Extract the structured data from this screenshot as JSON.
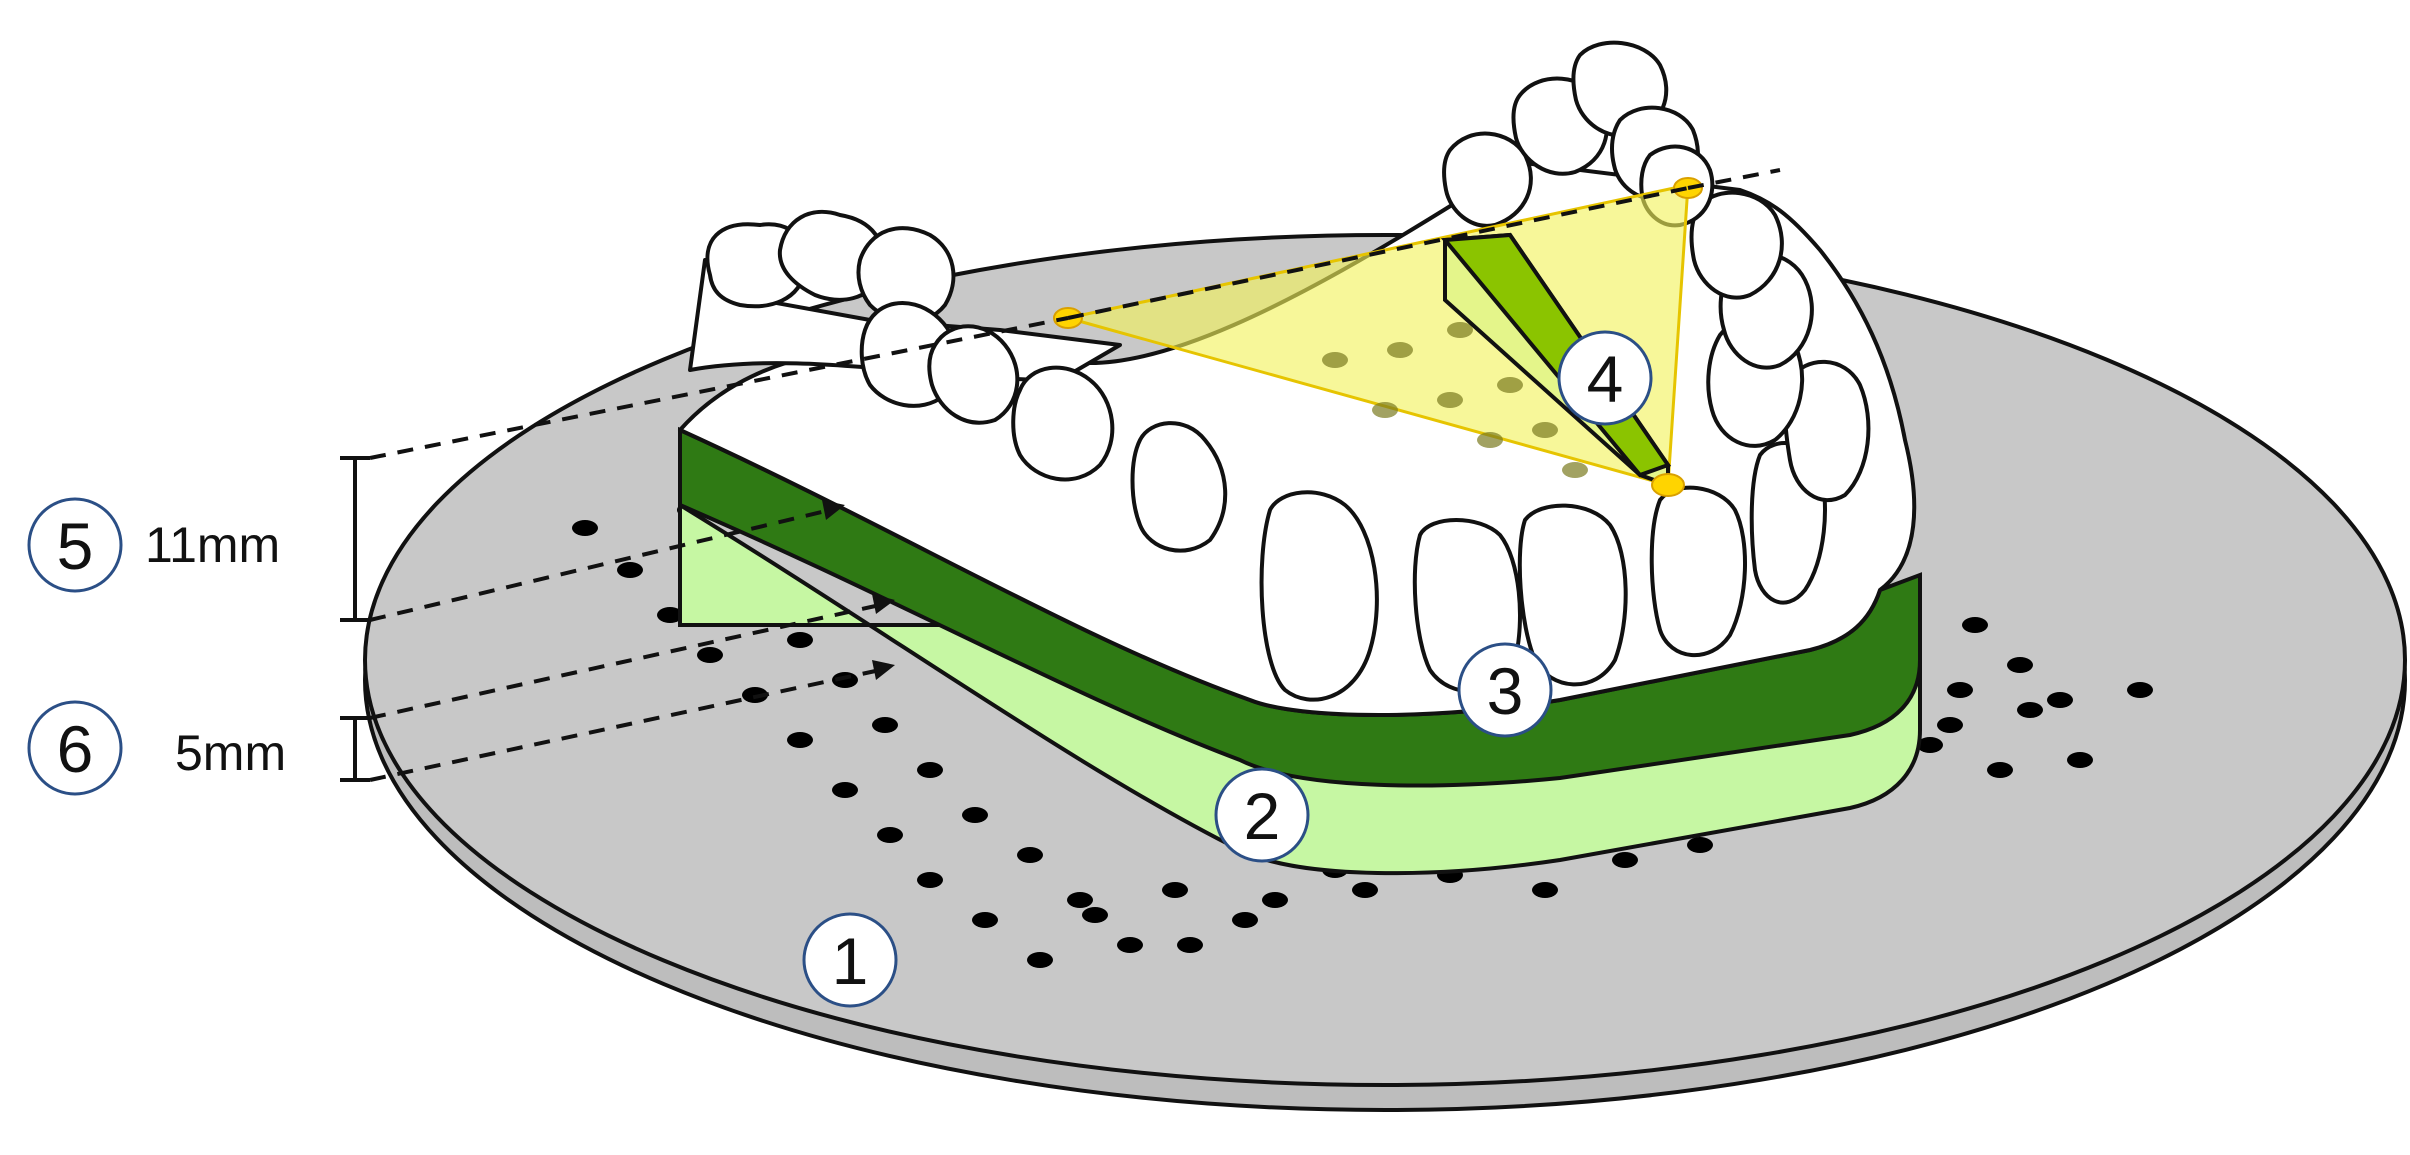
{
  "callouts": {
    "plate": "1",
    "base_layer": "2",
    "model": "3",
    "palate_connector": "4",
    "height_total": "5",
    "height_base": "6"
  },
  "dimensions": {
    "total_label": "11mm",
    "base_label": "5mm"
  },
  "colors": {
    "plate_fill": "#c8c8c8",
    "plate_edge": "#bdbdbd",
    "base_light_green": "#c6f7a3",
    "base_dark_green": "#2f7a14",
    "connector_yellow": "#f2f25a",
    "marker_yellow": "#ffd400",
    "callout_ring": "#2b4f86",
    "hole_color": "#000000"
  }
}
